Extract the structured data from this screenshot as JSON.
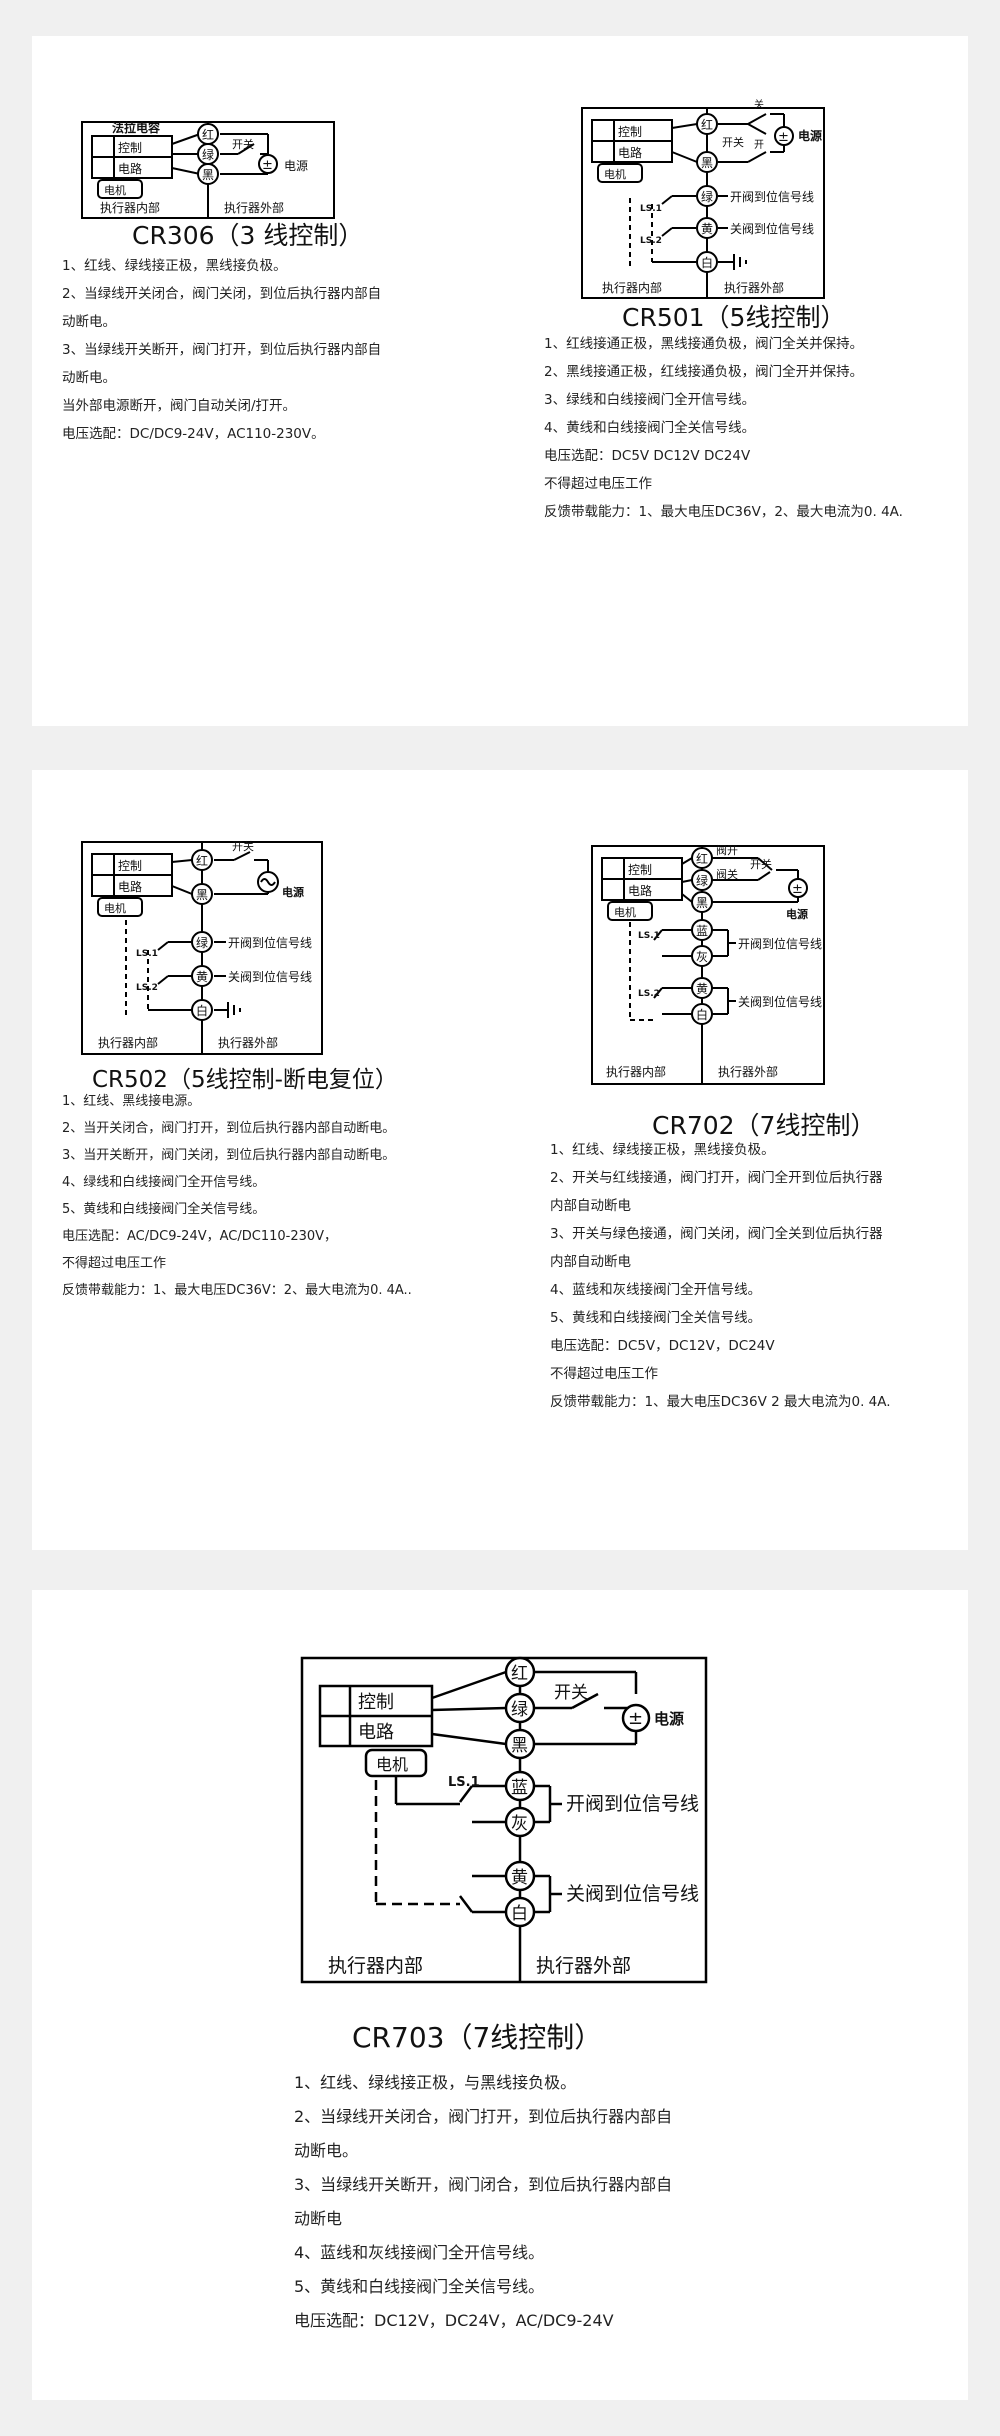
{
  "labels": {
    "control1": "控制",
    "control2": "电路",
    "motor": "电机",
    "inside": "执行器内部",
    "outside": "执行器外部",
    "switch": "开关",
    "power": "电源",
    "valve_open": "阀开",
    "valve_close": "阀关",
    "open_top": "开",
    "close_top": "关",
    "ls1": "LS.1",
    "ls2": "LS.2",
    "open_signal": "开阀到位信号线",
    "close_signal": "关阀到位信号线",
    "capacitor": "法拉电容",
    "wire_red": "红",
    "wire_green": "绿",
    "wire_black": "黑",
    "wire_blue": "蓝",
    "wire_gray": "灰",
    "wire_yellow": "黄",
    "wire_white": "白",
    "dc_symbol": "±"
  },
  "cr306": {
    "title": "CR306（3 线控制）",
    "lines": [
      "1、红线、绿线接正极，黑线接负极。",
      "2、当绿线开关闭合，阀门关闭，到位后执行器内部自",
      "动断电。",
      "3、当绿线开关断开，阀门打开，到位后执行器内部自",
      "动断电。",
      "当外部电源断开，阀门自动关闭/打开。",
      "电压选配：DC/DC9-24V，AC110-230V。"
    ]
  },
  "cr501": {
    "title": "CR501（5线控制）",
    "lines": [
      "1、红线接通正极，黑线接通负极，阀门全关并保持。",
      "2、黑线接通正极，红线接通负极，阀门全开并保持。",
      "3、绿线和白线接阀门全开信号线。",
      "4、黄线和白线接阀门全关信号线。",
      "电压选配：DC5V DC12V DC24V",
      "不得超过电压工作",
      "反馈带载能力：1、最大电压DC36V，2、最大电流为0. 4A."
    ]
  },
  "cr502": {
    "title": "CR502（5线控制-断电复位）",
    "lines": [
      "1、红线、黑线接电源。",
      "2、当开关闭合，阀门打开，到位后执行器内部自动断电。",
      "3、当开关断开，阀门关闭，到位后执行器内部自动断电。",
      "4、绿线和白线接阀门全开信号线。",
      "5、黄线和白线接阀门全关信号线。",
      "电压选配：AC/DC9-24V，AC/DC110-230V，",
      "不得超过电压工作",
      "反馈带载能力：1、最大电压DC36V：2、最大电流为0. 4A.."
    ]
  },
  "cr702": {
    "title": "CR702（7线控制）",
    "lines": [
      "1、红线、绿线接正极，黑线接负极。",
      "2、开关与红线接通，阀门打开，阀门全开到位后执行器",
      "内部自动断电",
      "3、开关与绿色接通，阀门关闭，阀门全关到位后执行器",
      "内部自动断电",
      "4、蓝线和灰线接阀门全开信号线。",
      "5、黄线和白线接阀门全关信号线。",
      "电压选配：DC5V，DC12V，DC24V",
      "不得超过电压工作",
      "反馈带载能力：1、最大电压DC36V 2 最大电流为0. 4A."
    ]
  },
  "cr703": {
    "title": "CR703（7线控制）",
    "lines": [
      "1、红线、绿线接正极，与黑线接负极。",
      "2、当绿线开关闭合，阀门打开，到位后执行器内部自",
      "动断电。",
      "3、当绿线开关断开，阀门闭合，到位后执行器内部自",
      "动断电",
      "4、蓝线和灰线接阀门全开信号线。",
      "5、黄线和白线接阀门全关信号线。",
      "电压选配：DC12V，DC24V，AC/DC9-24V"
    ]
  }
}
